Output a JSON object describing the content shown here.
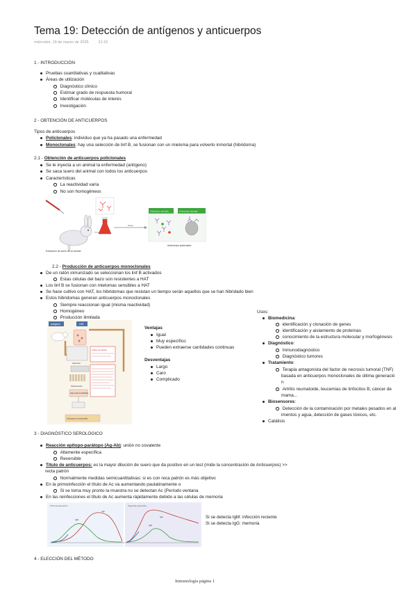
{
  "header": {
    "title": "Tema 19: Detección de antígenos y anticuerpos",
    "date": "miércoles, 19 de marzo de 2025",
    "time": "21:15"
  },
  "s1": {
    "heading": "1 - INTRODUCCIÓN",
    "b1": "Pruebas cuantitativas y cualitativas",
    "b2": "Áreas de utilización",
    "sub": [
      "Diagnóstico clínico",
      "Estimar grado de respuesta humoral",
      "Identificar moléculas de interés",
      "Investigación"
    ]
  },
  "s2": {
    "heading": "2 - OBTENCIÓN DE ANTICUERPOS",
    "intro": "Tipos de anticuerpos",
    "poli_label": "Policlonales",
    "poli_text": ": individuo que ya ha pasado una enfermedad",
    "mono_label": "Monoclonales",
    "mono_text": ": hay una selección de linf B, se fusionan con un mieloma para volverlo inmortal (hibridoma)",
    "s21_num": "2.1 - ",
    "s21_title": "Obtención de anticuerpos policlonales",
    "s21_b": [
      "Se le inyecta a un animal la enfermedad (antígeno)",
      "Se saca suero del animal con todos los anticuerpos",
      "Características"
    ],
    "s21_sub": [
      "La reactividad varía",
      "No son homogéneos"
    ],
    "s22_num": "2.2 - ",
    "s22_title": "Producción de anticuerpos monoclonales",
    "s22_b1": "De un ratón inmunizado se seleccionan los linf B activados",
    "s22_b1_sub": "Estas células del bazo son resistentes a HAT",
    "s22_b2": "Los linf B se fusionan con mielomas sensibles a HAT",
    "s22_b3": "Se hace cultivo con HAT, los hibridomas que resistan un tiempo serán aquellos que se han hibridado bien",
    "s22_b4": "Estos hibridomas generan anticuerpos monoclonales",
    "s22_b4_sub": [
      "Siempre reaccionan igual (misma reactividad)",
      "Homogéneo",
      "Producción ilimitada"
    ]
  },
  "ventajas": {
    "title": "Ventajas",
    "items": [
      "Igual",
      "Muy específico",
      "Pueden extraerse cantidades continuas"
    ]
  },
  "desventajas": {
    "title": "Desventajas",
    "items": [
      "Largo",
      "Caro",
      "Complicado"
    ]
  },
  "usos": {
    "title": "Usos:",
    "bio_label": "Biomedicina",
    "bio_sub": [
      "identificación y clonación de genes",
      "identificación y aislamiento de proteínas",
      "conocimiento de la estructura molecular y morfogénesis"
    ],
    "diag_label": "Diagnóstico",
    "diag_sub": [
      "Inmunodiagnóstico",
      "Diagnóstico tumores"
    ],
    "trat_label": "Tratamiento",
    "trat_sub1_l1": "Terapia antagonista del factor de necrosis tumoral (TNF)",
    "trat_sub1_l2": "basada en anticuerpos monoclonales de última generació",
    "trat_sub1_l3": "n",
    "trat_sub2_l1": "Artritis reumatoide, leucemias de linfocitos B, cáncer de",
    "trat_sub2_l2": "mama...",
    "bios_label": "Biosensores",
    "bios_sub_l1": "Detección de la contaminación por metales pesados en al",
    "bios_sub_l2": "imentos y agua, detección de gases tóxicos, etc.",
    "cat": "Catálisis"
  },
  "s3": {
    "heading": "3 - DIAGNÓSTICO SEROLÓGICO",
    "r_label": "Reacción epítopo-parátopo (Ag-Ab)",
    "r_text": ": unión no covalente",
    "r_sub": [
      "Altamente específica",
      "Reversible"
    ],
    "tit_label": "Título de anticuerpos:",
    "tit_text": " es la mayor dilución de suero que da positivo en un test (mide la concentración de Anticuerpos) >>",
    "tit_text2": "recta patrón",
    "tit_sub": "Normalmente medidas semicuantitativas: si es con reca patrón es más objetivo",
    "prim": "En la primoinfección el título de Ac va aumentando paulatinamente o",
    "prim_sub": "Si se toma muy pronto la muestra no se detectan Ac (Período ventana",
    "reinf": "En las reinfecciones el título de Ac aumenta rápidamente debido a las células de memoria",
    "igm": "Si se detecta IgM: infección reciente",
    "igg": "Si se detecta IgG: memoria"
  },
  "s4": {
    "heading": "4 - ELECCIÓN DEL MÉTODO"
  },
  "figure1": {
    "caption": "Extracción de suero de un animal",
    "box1": "Anticuerpo marcado",
    "box2": "Anticuerpo marcado",
    "label_right": "Anticuerpos policlonales"
  },
  "figure2": {
    "antigen": "antígeno",
    "hat": "HAT",
    "labels": [
      "Cultivo de células",
      "Selección",
      "Subclonación",
      "CELLULAS CLONADAS",
      "Anticuerpos monoclonales"
    ]
  },
  "figure3": {
    "left_title": "Primera exposición",
    "right_title": "Segunda exposición",
    "igm": "IgM",
    "igg": "IgG"
  },
  "footer": "Inmunología página 1",
  "colors": {
    "figure_green": "#3da63d",
    "figure_red": "#e23b2e",
    "figure_panel_bg": "#f2e6ce",
    "curve_blue": "#2d6fb5",
    "curve_red": "#c0392b",
    "curve_green": "#3a9a3a"
  }
}
